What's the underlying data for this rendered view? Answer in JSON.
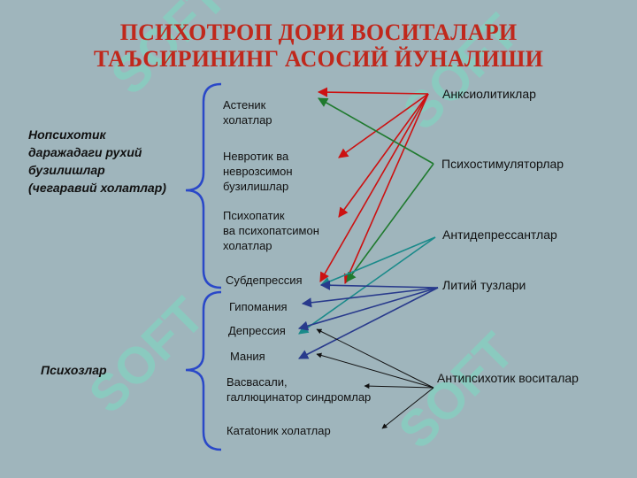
{
  "title": {
    "line1": "ПСИХОТРОП ДОРИ ВОСИТАЛАРИ",
    "line2": "ТАЪСИРИНИНГ АСОСИЙ  ЙУНАЛИШИ"
  },
  "groups": {
    "nonpsychotic": {
      "line1": "Нопсихотик",
      "line2": "даражадаги  рухий",
      "line3": "бузилишлар",
      "line4": "(чегаравий холатлар)"
    },
    "psychoses": "Психозлар"
  },
  "conditions": {
    "asthenic": {
      "line1": "Астеник",
      "line2": "холатлар"
    },
    "neurotic": {
      "line1": "Невротик ва",
      "line2": "неврозсимон",
      "line3": "бузилишлар"
    },
    "psychopathic": {
      "line1": "Психопатик",
      "line2": "ва психопатсимон",
      "line3": "холатлар"
    },
    "subdepression": "Субдепрессия",
    "hypomania": "Гипомания",
    "depression": "Депрессия",
    "mania": "Мания",
    "delusions": {
      "line1": "Васвасали,",
      "line2": "галлюцинатор синдромлар"
    },
    "catatonic": "Катаtоник холатлар"
  },
  "drugs": {
    "anxiolytics": "Анксиолитиклар",
    "psychostimulants": "Психостимуляторлар",
    "antidepressants": "Антидепрессантлар",
    "lithium": "Литий тузлари",
    "antipsychotics": "Антипсихотик воситалар"
  },
  "watermark": "SOFT",
  "colors": {
    "background": "#9fb5bc",
    "title": "#c0281c",
    "anxiolytics_arrows": "#cc1111",
    "psychostimulants_arrows": "#1f7a2e",
    "antidepressants_arrows": "#1a8a8a",
    "lithium_arrows": "#283a8c",
    "antipsychotics_arrows": "#111111",
    "brace": "#2a48c8",
    "watermark": "#79dcc3"
  }
}
